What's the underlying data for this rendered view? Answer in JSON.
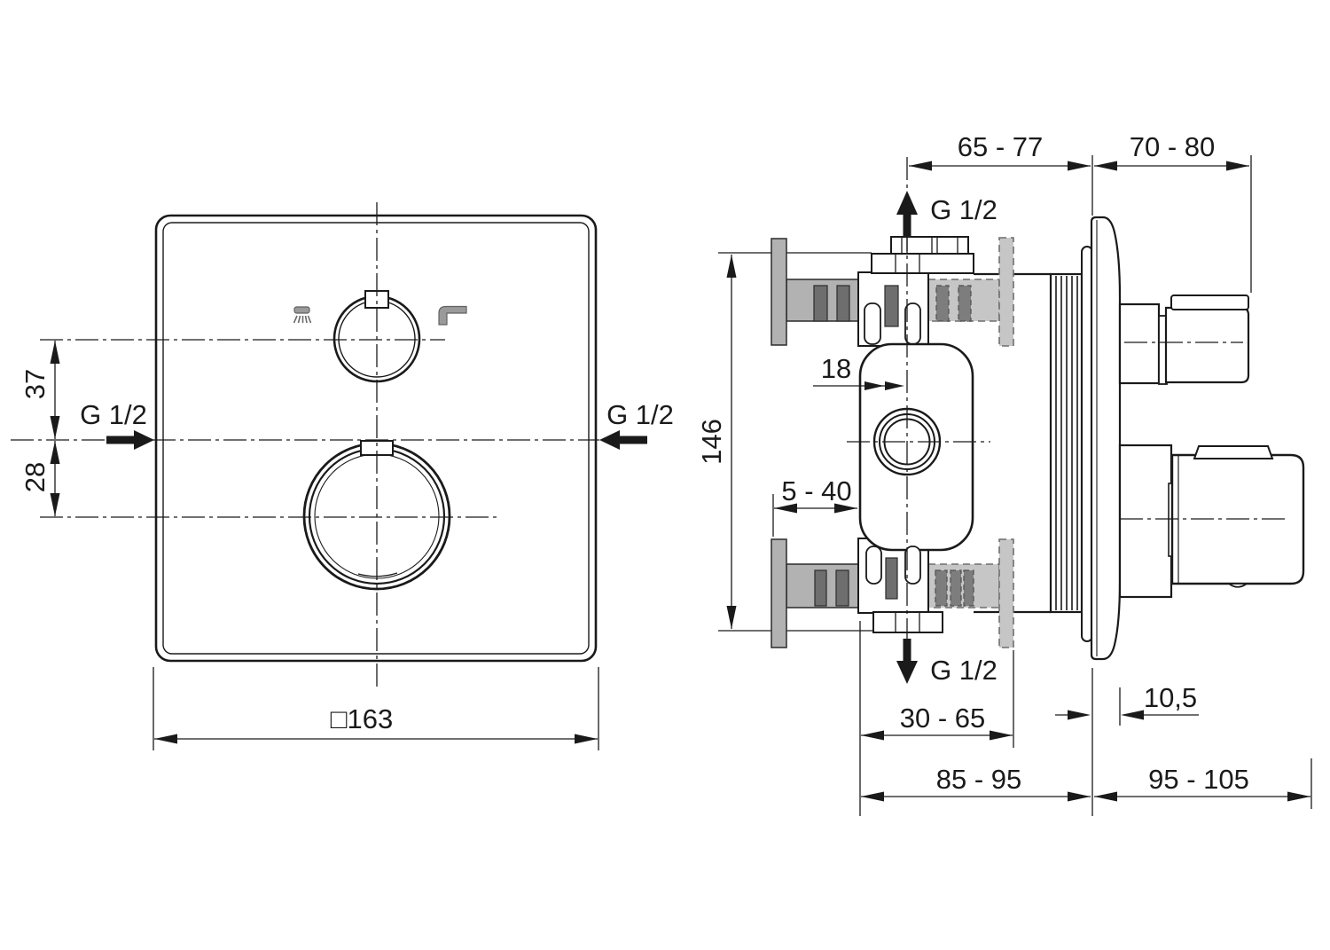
{
  "title": "Concealed thermostatic mixer installation drawing",
  "colors": {
    "line": "#1a1a1a",
    "gray_fill": "#b2b2b2",
    "gray_dark": "#6e6e6e",
    "gray_dashed": "#c6c6c6",
    "background": "#ffffff"
  },
  "front_view": {
    "name": "front-view",
    "thread_left": "G 1/2",
    "thread_right": "G 1/2",
    "dim_upper_offset": "37",
    "dim_lower_offset": "28",
    "dim_plate_size": "□163",
    "icons": {
      "left": "hand-shower",
      "right": "spout"
    }
  },
  "side_view": {
    "name": "side-view",
    "thread_top": "G 1/2",
    "thread_bottom": "G 1/2",
    "dim_depth_valve": "65 - 77",
    "dim_depth_handle": "70 - 80",
    "dim_port_offset": "18",
    "dim_height": "146",
    "dim_adjust_range": "5 - 40",
    "dim_wall_range": "30 - 65",
    "dim_plate_depth": "10,5",
    "dim_total_left": "85 - 95",
    "dim_total_right": "95 - 105"
  }
}
